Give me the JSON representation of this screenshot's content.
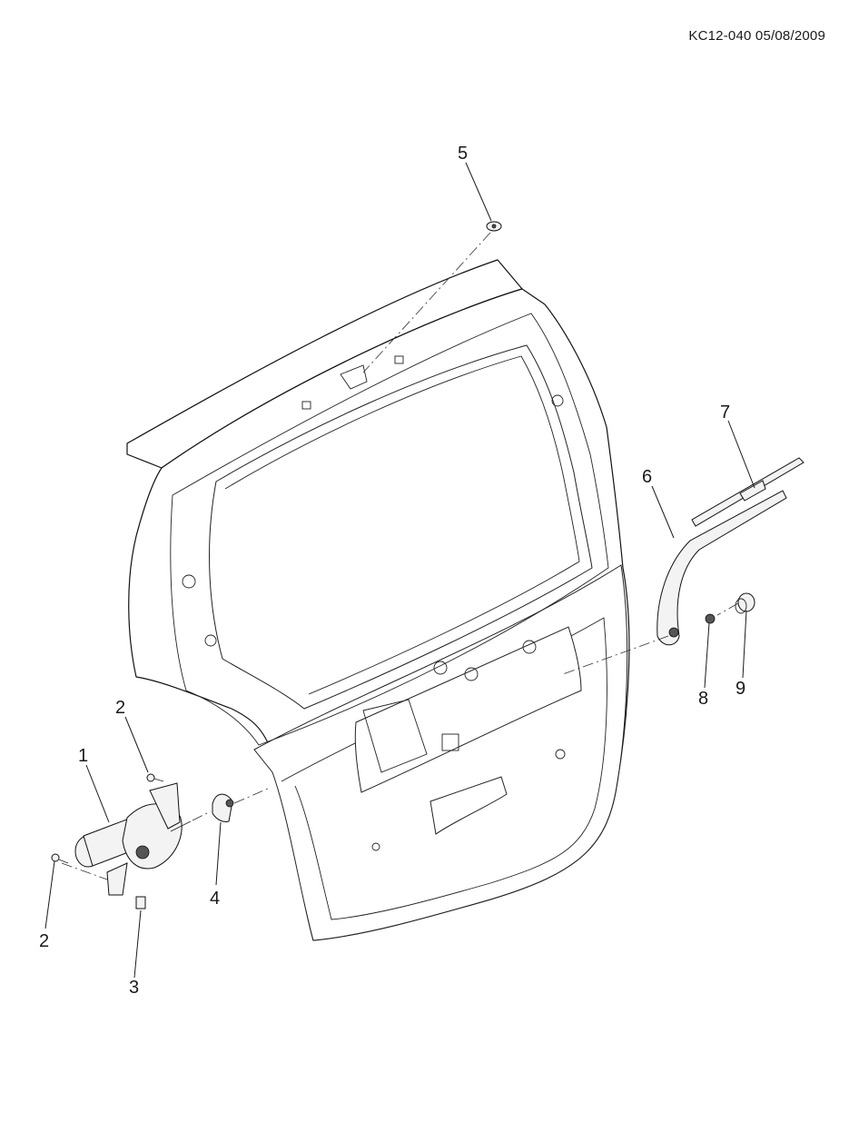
{
  "header": {
    "reference_code": "KC12-040 05/08/2009"
  },
  "callouts": [
    {
      "id": "1"
    },
    {
      "id": "2"
    },
    {
      "id": "2"
    },
    {
      "id": "3"
    },
    {
      "id": "4"
    },
    {
      "id": "5"
    },
    {
      "id": "6"
    },
    {
      "id": "7"
    },
    {
      "id": "8"
    },
    {
      "id": "9"
    }
  ]
}
